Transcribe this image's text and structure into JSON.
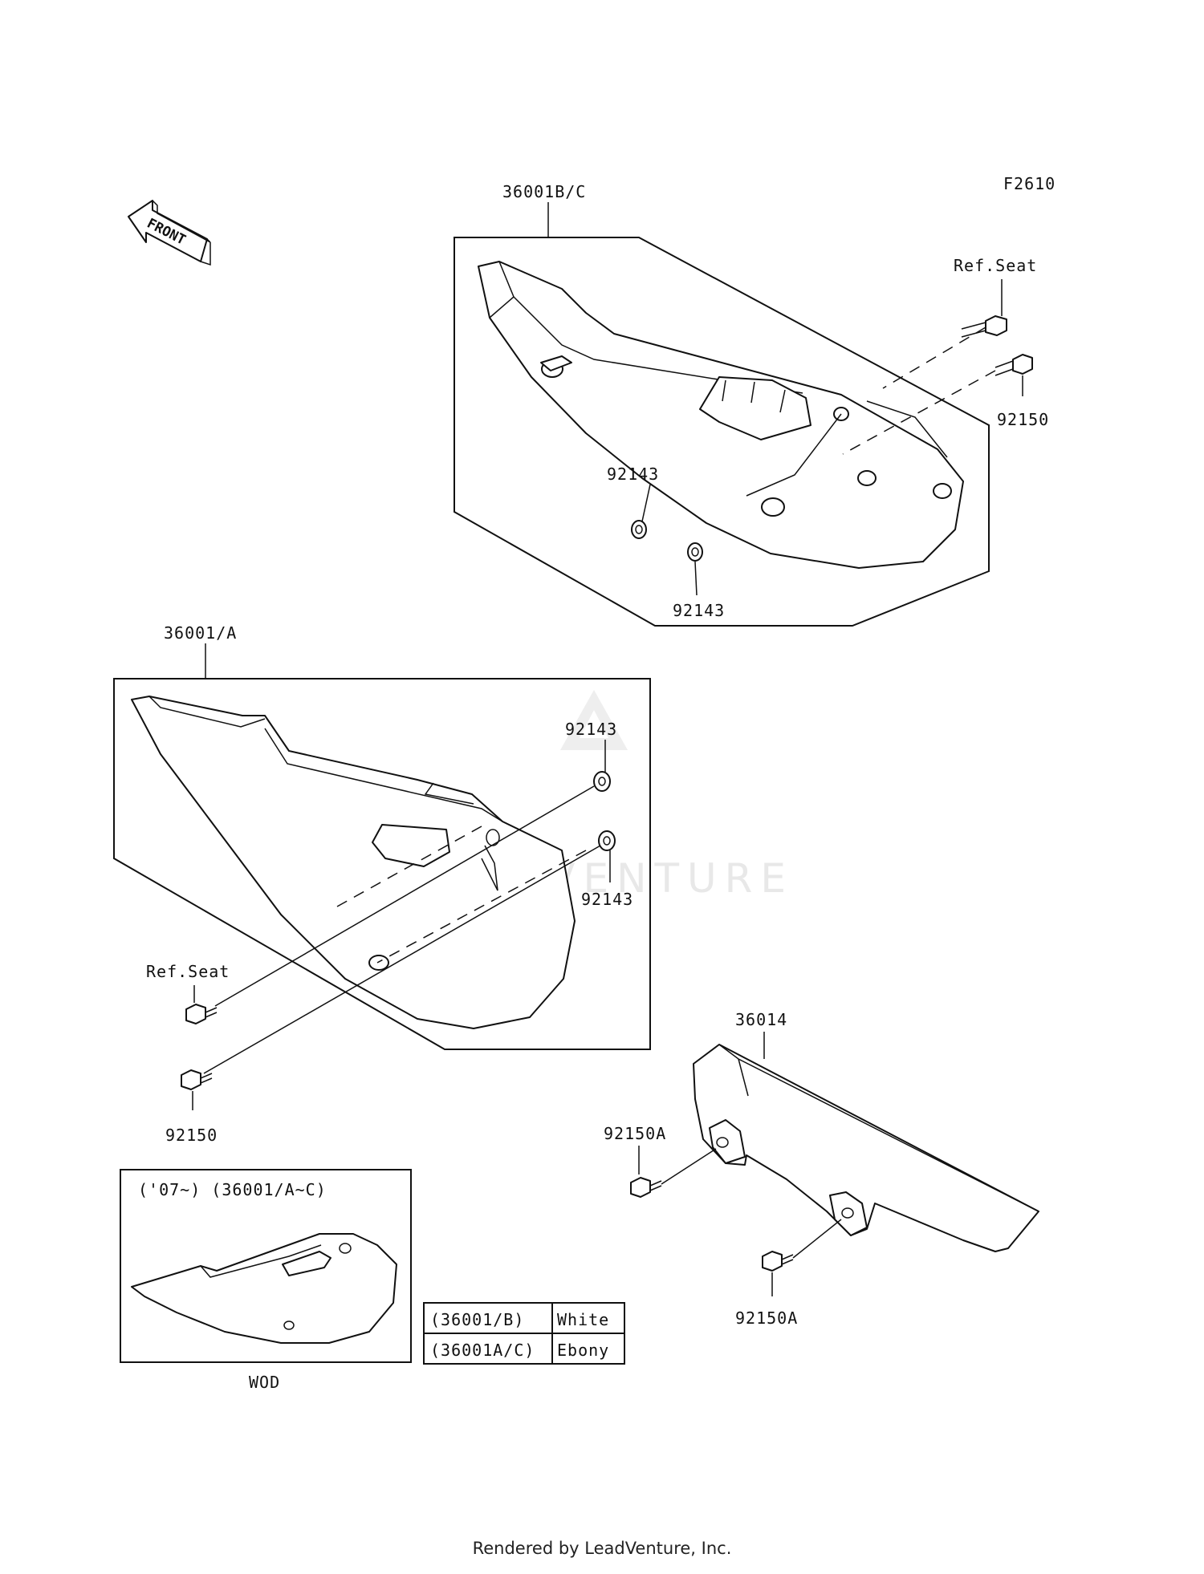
{
  "diagram_id": "F2610",
  "front_label": "FRONT",
  "callouts": {
    "cover_bc": "36001B/C",
    "cover_a": "36001/A",
    "ref_seat_top": "Ref.Seat",
    "bolt_top": "92150",
    "washer_top_1": "92143",
    "washer_top_2": "92143",
    "washer_mid_1": "92143",
    "washer_mid_2": "92143",
    "ref_seat_mid": "Ref.Seat",
    "bolt_mid": "92150",
    "chain_cover": "36014",
    "bolt_chain_1": "92150A",
    "bolt_chain_2": "92150A"
  },
  "inset": {
    "title": "('07~) (36001/A~C)",
    "caption": "WOD"
  },
  "color_table": [
    {
      "part": "(36001/B)",
      "color": "White"
    },
    {
      "part": "(36001A/C)",
      "color": "Ebony"
    }
  ],
  "watermark": "LEADVENTURE",
  "footer": "Rendered by LeadVenture, Inc."
}
